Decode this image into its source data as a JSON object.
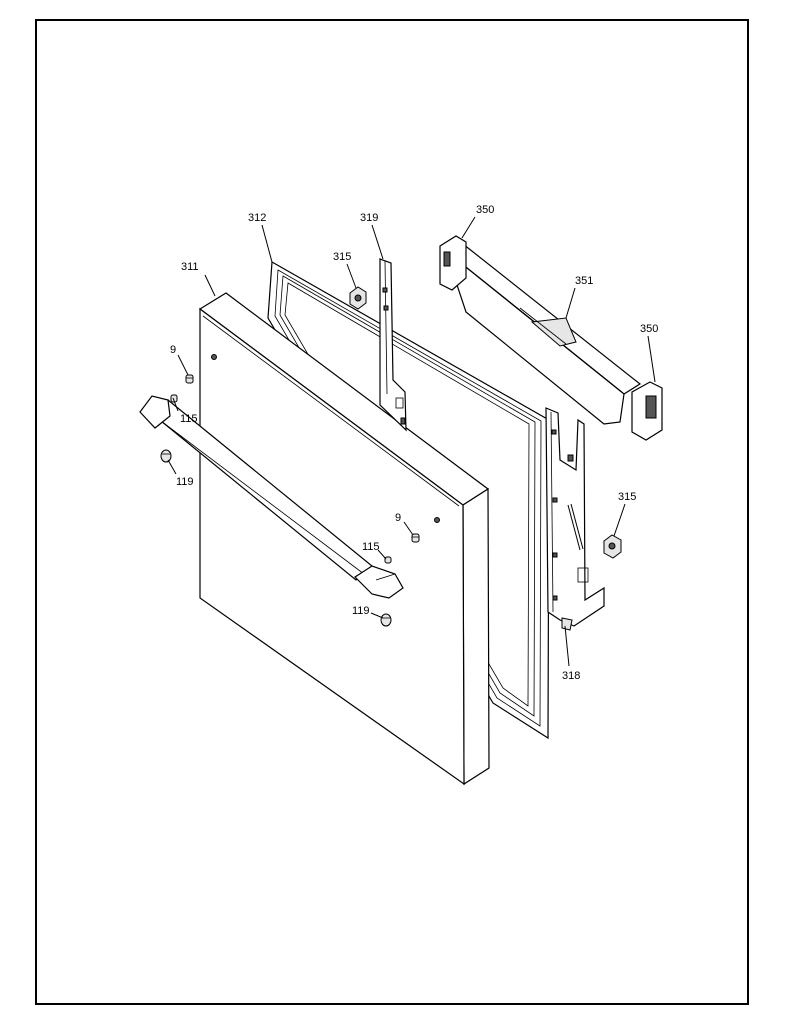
{
  "callouts": {
    "door": "311",
    "gasket": "312",
    "hinge_top": "319",
    "hinge_bottom": "318",
    "bushing_left": "315",
    "bushing_right": "315",
    "rail_cap_top": "350",
    "rail_cap_bottom": "350",
    "rail": "351",
    "screw_left": "9",
    "screw_right": "9",
    "spacer_left": "115",
    "spacer_right": "115",
    "plug_left": "119",
    "plug_right": "119"
  }
}
